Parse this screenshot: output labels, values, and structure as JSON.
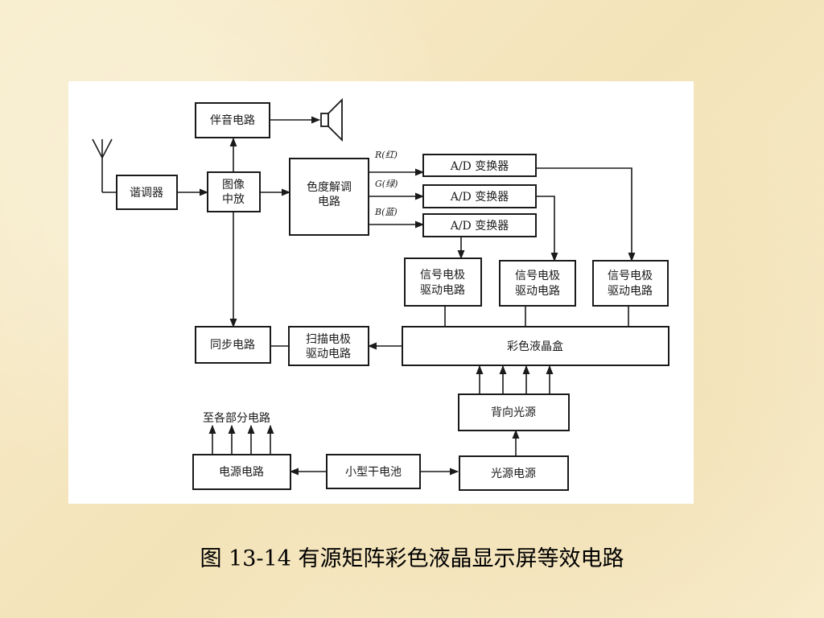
{
  "diagram": {
    "blocks": {
      "sound": "伴音电路",
      "tuner": "谐调器",
      "if_line1": "图像",
      "if_line2": "中放",
      "chroma_line1": "色度解调",
      "chroma_line2": "电路",
      "adc_r": "A/D 变换器",
      "adc_g": "A/D 变换器",
      "adc_b": "A/D 变换器",
      "drv1_line1": "信号电极",
      "drv1_line2": "驱动电路",
      "drv2_line1": "信号电极",
      "drv2_line2": "驱动电路",
      "drv3_line1": "信号电极",
      "drv3_line2": "驱动电路",
      "sync": "同步电路",
      "scan_line1": "扫描电极",
      "scan_line2": "驱动电路",
      "lcd": "彩色液晶盒",
      "backlight": "背向光源",
      "power": "电源电路",
      "battery": "小型干电池",
      "light_power": "光源电源"
    },
    "signals": {
      "r": "R(红)",
      "g": "G(绿)",
      "b": "B(蓝)"
    },
    "annotation": "至各部分电路",
    "icons": {
      "antenna": "antenna-icon",
      "speaker": "speaker-icon"
    }
  },
  "caption": "图 13-14  有源矩阵彩色液晶显示屏等效电路"
}
